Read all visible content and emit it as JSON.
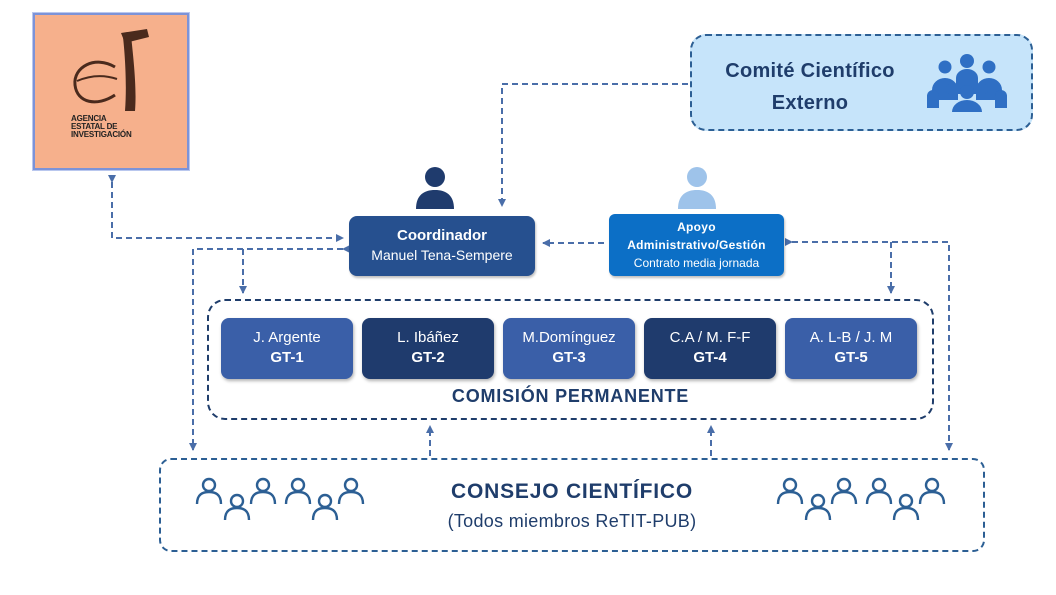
{
  "logo": {
    "line1": "AGENCIA",
    "line2": "ESTATAL DE",
    "line3": "INVESTIGACIÓN",
    "colors": {
      "background": "#f6b08c",
      "mark": "#4a2a1d"
    }
  },
  "comite": {
    "line1": "Comité Científico",
    "line2": "Externo",
    "icon": "meeting-group-icon"
  },
  "coordinator": {
    "title": "Coordinador",
    "name": "Manuel Tena-Sempere",
    "icon": "person-icon"
  },
  "support": {
    "line1": "Apoyo",
    "line2": "Administrativo/Gestión",
    "line3": "Contrato media jornada",
    "icon": "person-icon"
  },
  "working_groups": [
    {
      "name": "J. Argente",
      "group": "GT-1"
    },
    {
      "name": "L. Ibáñez",
      "group": "GT-2"
    },
    {
      "name": "M.Domínguez",
      "group": "GT-3"
    },
    {
      "name": "C.A / M. F-F",
      "group": "GT-4"
    },
    {
      "name": "A. L-B / J. M",
      "group": "GT-5"
    }
  ],
  "comision": {
    "label": "COMISIÓN PERMANENTE"
  },
  "consejo": {
    "title": "CONSEJO CIENTÍFICO",
    "subtitle": "(Todos miembros ReTIT-PUB)",
    "icon": "people-network-icon"
  },
  "colors": {
    "dark_navy": "#1f3b6d",
    "navy": "#26508f",
    "blue": "#0c6fc6",
    "light_blue_fill": "#c6e4fa",
    "arrow": "#4a6ea9"
  }
}
